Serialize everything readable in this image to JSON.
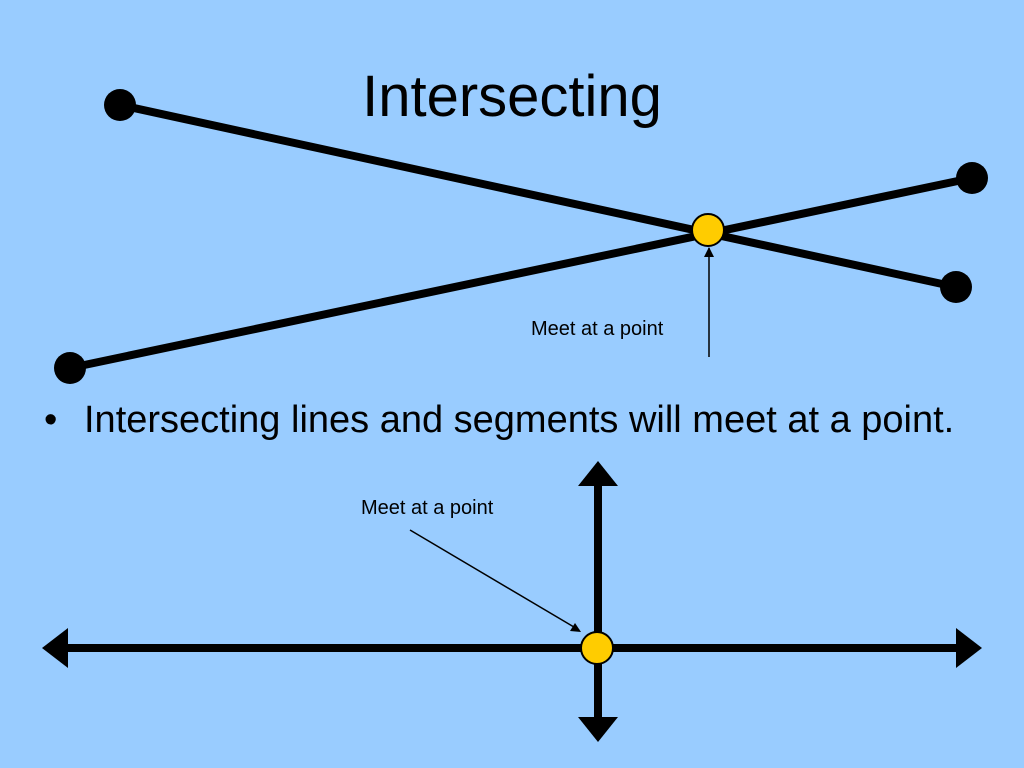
{
  "slide": {
    "background": "#99CCFF",
    "title": "Intersecting",
    "bullets": [
      {
        "marker": "•",
        "text": "Intersecting lines and segments will meet at a point."
      }
    ]
  },
  "callouts": {
    "top_label": "Meet at a point",
    "bottom_label": "Meet at a point"
  },
  "colors": {
    "line": "#000000",
    "endpoint": "#000000",
    "intersection": "#FFCC00",
    "text": "#000000"
  },
  "diagram_elements": {
    "segment_1": "segment",
    "segment_2": "segment",
    "horizontal_line": "line with arrowheads",
    "vertical_line": "line with arrowheads",
    "intersection_marker": "point"
  }
}
